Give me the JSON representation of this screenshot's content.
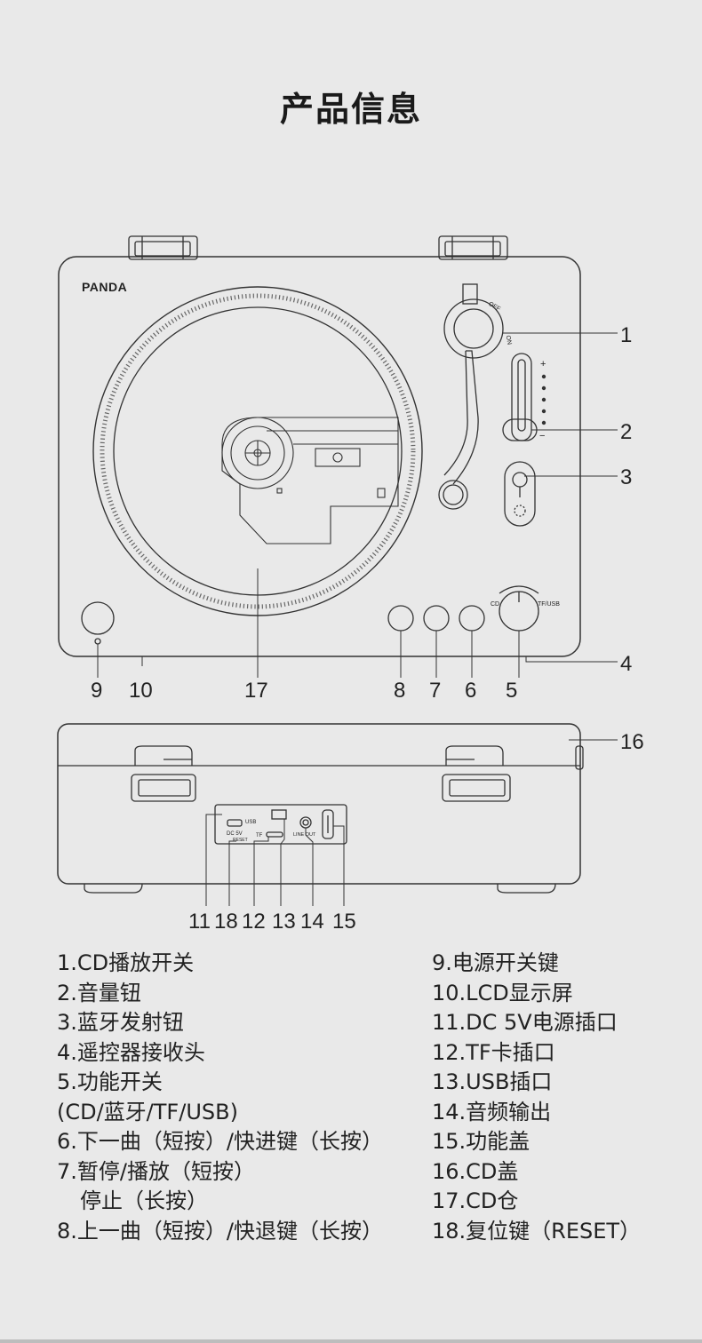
{
  "title": "产品信息",
  "device": {
    "brand": "PANDA",
    "tonearm_on": "ON",
    "tonearm_off": "OFF",
    "volume_plus": "+",
    "volume_minus": "−",
    "mode_cd": "CD",
    "mode_tfusb": "TF/USB",
    "rear_dc5v": "DC 5V",
    "rear_reset": "RESET",
    "rear_usb": "USB",
    "rear_tf": "TF",
    "rear_lineout": "LINE OUT"
  },
  "callouts": {
    "c1": "1",
    "c2": "2",
    "c3": "3",
    "c4": "4",
    "c5": "5",
    "c6": "6",
    "c7": "7",
    "c8": "8",
    "c9": "9",
    "c10": "10",
    "c17": "17",
    "c16": "16",
    "c11": "11",
    "c18": "18",
    "c12": "12",
    "c13": "13",
    "c14": "14",
    "c15": "15"
  },
  "legend_left": [
    "1.CD播放开关",
    "2.音量钮",
    "3.蓝牙发射钮",
    "4.遥控器接收头",
    "5.功能开关",
    "(CD/蓝牙/TF/USB)",
    "6.下一曲（短按）/快进键（长按）",
    "7.暂停/播放（短按）",
    "停止（长按）",
    "8.上一曲（短按）/快退键（长按）"
  ],
  "legend_right": [
    "9.电源开关键",
    "10.LCD显示屏",
    "11.DC 5V电源插口",
    "12.TF卡插口",
    "13.USB插口",
    "14.音频输出",
    "15.功能盖",
    "16.CD盖",
    "17.CD仓",
    "18.复位键（RESET）"
  ],
  "colors": {
    "background": "#e9e9e9",
    "line": "#333333",
    "text": "#222222"
  }
}
